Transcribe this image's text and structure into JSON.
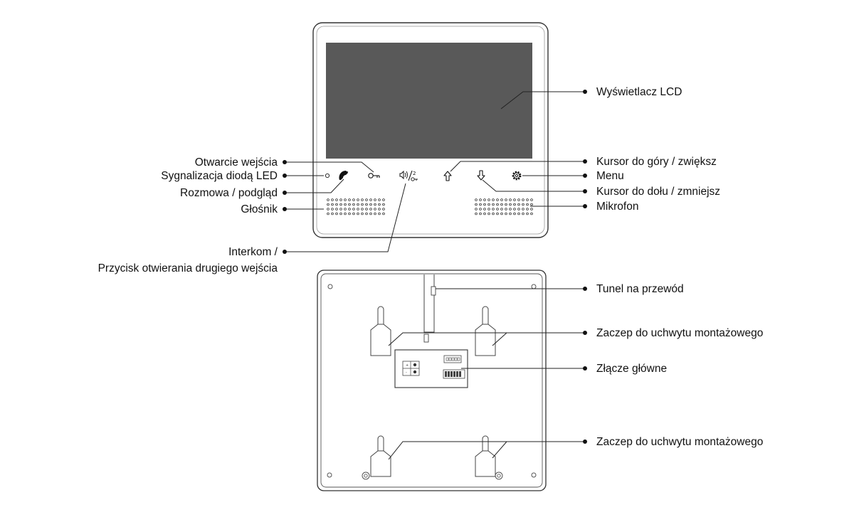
{
  "labels": {
    "lcd": "Wyświetlacz LCD",
    "door_open": "Otwarcie wejścia",
    "led": "Sygnalizacja diodą LED",
    "talk": "Rozmowa / podgląd",
    "speaker": "Głośnik",
    "cursor_up": "Kursor do góry / zwiększ",
    "menu": "Menu",
    "cursor_down": "Kursor do dołu / zmniejsz",
    "microphone": "Mikrofon",
    "intercom_line1": "Interkom /",
    "intercom_line2": "Przycisk otwierania drugiego wejścia",
    "cable_tunnel": "Tunel na przewód",
    "hook_upper": "Zaczep do uchwytu montażowego",
    "main_connector": "Złącze główne",
    "hook_lower": "Zaczep do uchwytu montażowego"
  },
  "icons": {
    "key": "key-icon",
    "talk": "handset-icon",
    "intercom": "speaker-key-icon",
    "up": "arrow-up-icon",
    "down": "arrow-down-icon",
    "menu": "gear-icon"
  },
  "colors": {
    "screen": "#595959",
    "outline": "#333333",
    "ink": "#111111"
  }
}
